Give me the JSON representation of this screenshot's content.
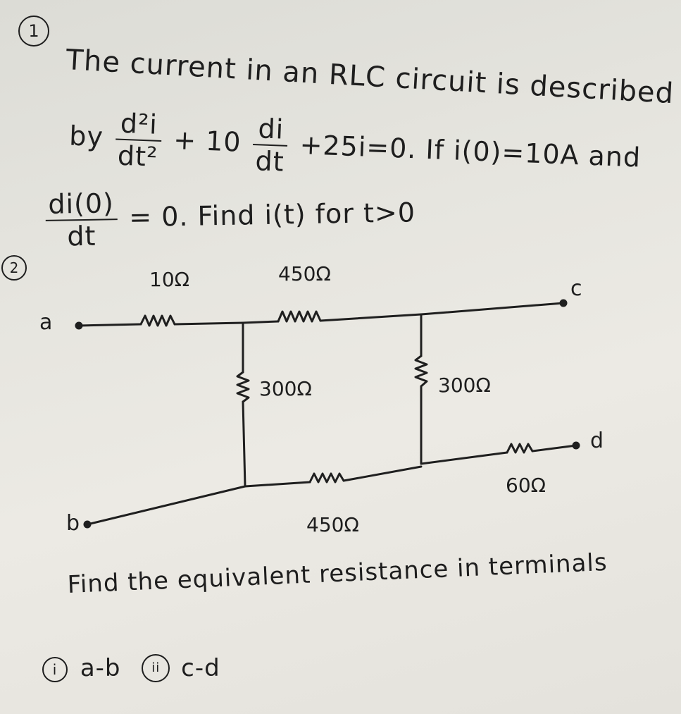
{
  "problem1": {
    "number": "1",
    "line1": "The current in an RLC circuit is described",
    "by": "by",
    "d2i": "d²i",
    "dt2": "dt²",
    "plus1": "+",
    "ten": "10",
    "di": "di",
    "dt": "dt",
    "rest": "+25i=0. If i(0)=10A and",
    "di0": "di(0)",
    "dt_b": "dt",
    "cond": "= 0. Find i(t) for t>0"
  },
  "problem2": {
    "number": "2",
    "nodes": {
      "a": "a",
      "b": "b",
      "c": "c",
      "d": "d"
    },
    "resistors": {
      "r_a_series": "10Ω",
      "r_top_series": "450Ω",
      "r_shunt_left": "300Ω",
      "r_shunt_right": "300Ω",
      "r_bottom_series": "450Ω",
      "r_d_series": "60Ω"
    },
    "question": "Find the equivalent resistance in terminals",
    "part_i_num": "i",
    "part_i": "a-b",
    "part_ii_num": "ii",
    "part_ii": "c-d"
  }
}
